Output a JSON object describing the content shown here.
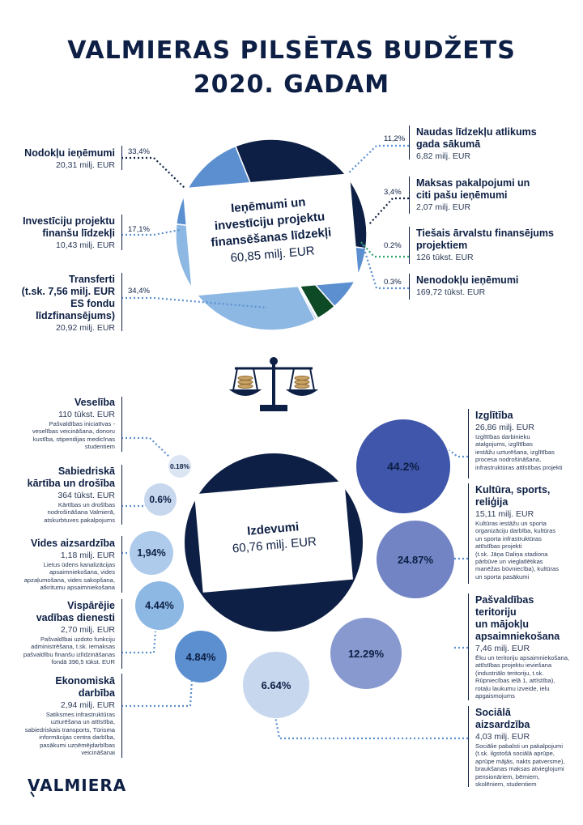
{
  "title_line1": "VALMIERAS PILSĒTAS BUDŽETS",
  "title_line2": "2020. GADAM",
  "income": {
    "center_title_line1": "Ieņēmumi un",
    "center_title_line2": "investīciju projektu",
    "center_title_line3": "finansēšanas līdzekļi",
    "center_value": "60,85 milj. EUR",
    "items": [
      {
        "name": "Nodokļu ieņēmumi",
        "pct": "33,4%",
        "value": "20,31 milj. EUR"
      },
      {
        "name_line1": "Investīciju projektu",
        "name_line2": "finanšu līdzekļi",
        "pct": "17,1%",
        "value": "10,43 milj. EUR"
      },
      {
        "name_line1": "Transferti",
        "name_line2": "(t.sk. 7,56 milj. EUR",
        "name_line3": "ES fondu",
        "name_line4": "līdzfinansējums)",
        "pct": "34,4%",
        "value": "20,92 milj. EUR"
      },
      {
        "name_line1": "Naudas līdzekļu atlikums",
        "name_line2": "gada sākumā",
        "pct": "11,2%",
        "value": "6,82 milj. EUR"
      },
      {
        "name_line1": "Maksas pakalpojumi un",
        "name_line2": "citi pašu ieņēmumi",
        "pct": "3,4%",
        "value": "2,07 milj. EUR"
      },
      {
        "name_line1": "Tiešais ārvalstu finansējums",
        "name_line2": "projektiem",
        "pct": "0.2%",
        "value": "126 tūkst. EUR"
      },
      {
        "name": "Nenodokļu ieņēmumi",
        "pct": "0.3%",
        "value": "169,72 tūkst. EUR"
      }
    ]
  },
  "expense": {
    "center_title": "Izdevumi",
    "center_value": "60,76 milj. EUR",
    "items": [
      {
        "name": "Veselība",
        "value": "110 tūkst. EUR",
        "desc": [
          "Pašvaldības iniciatīvas -",
          "veselības veicināšana, donoru",
          "kustība, stipendijas medicīnas",
          "studentiem"
        ],
        "pct": "0.18%"
      },
      {
        "name_line1": "Sabiedriskā",
        "name_line2": "kārtība un drošība",
        "value": "364 tūkst. EUR",
        "desc": [
          "Kārtības un drošības",
          "nodrošināšana Valmierā,",
          "atskurbtuves pakalpojums"
        ],
        "pct": "0.6%"
      },
      {
        "name": "Vides aizsardzība",
        "value": "1,18 milj. EUR",
        "desc": [
          "Lietus ūdens kanalizācijas",
          "apsaimniekošana, vides",
          "apzaļumošana, vides sakopšana,",
          "atkritumu apsaimniekošana"
        ],
        "pct": "1,94%"
      },
      {
        "name_line1": "Vispārējie",
        "name_line2": "vadības dienesti",
        "value": "2,70 milj. EUR",
        "desc": [
          "Pašvaldībai uzdoto funkciju",
          "administrēšana, t.sk. iemaksas",
          "pašvaldību finanšu izlīdzināšanas",
          "fondā 396,5 tūkst. EUR"
        ],
        "pct": "4.44%"
      },
      {
        "name_line1": "Ekonomiskā",
        "name_line2": "darbība",
        "value": "2,94 milj. EUR",
        "desc": [
          "Satiksmes infrastruktūras",
          "uzturēšana un attīstība,",
          "sabiedriskais transports, Tūrisma",
          "informācijas centra darbība,",
          "pasākumi uzņēmējdarbības",
          "veicināšanai"
        ],
        "pct": "4.84%"
      },
      {
        "name": "Izglītība",
        "value": "26,86 milj. EUR",
        "desc": [
          "Izglītības darbinieku",
          "atalgojums, izglītības",
          "iestāžu uzturēšana, izglītības",
          "procesa nodrošināšana,",
          "infrastruktūras attīstības projekti"
        ],
        "pct": "44.2%"
      },
      {
        "name_line1": "Kultūra, sports,",
        "name_line2": "reliģija",
        "value": "15,11 milj. EUR",
        "desc": [
          "Kultūras iestāžu un sporta",
          "organizāciju darbība, kultūras",
          "un sporta infrastruktūras",
          "attīstības projekti",
          "(t.sk. Jāņa Daliņa stadiona",
          "pārbūve un vieglatlētikas",
          "manēžas būvniecība), kultūras",
          "un sporta pasākumi"
        ],
        "pct": "24.87%"
      },
      {
        "name_line1": "Pašvaldības",
        "name_line2": "teritoriju",
        "name_line3": "un mājokļu",
        "name_line4": "apsaimniekošana",
        "value": "7,46 milj. EUR",
        "desc": [
          "Ēku un teritoriju apsaimniekošana,",
          "attīstības projektu ieviešana",
          "(industriālo teritoriju, t.sk.",
          "Rūpniecības ielā 1, attīstība),",
          "rotaļu laukumu izveide, ielu",
          "apgaismojums"
        ],
        "pct": "12.29%"
      },
      {
        "name_line1": "Sociālā",
        "name_line2": "aizsardzība",
        "value": "4,03 milj. EUR",
        "desc": [
          "Sociālie pabalsti un pakalpojumi",
          "(t.sk. ilgstošā sociālā aprūpe,",
          "aprūpe mājās, nakts patversme),",
          "braukšanas maksas atvieglojumi",
          "pensionāriem, bērniem,",
          "skolēniem, studentiem"
        ],
        "pct": "6.64%"
      }
    ]
  },
  "logo_text": "VALMIERA",
  "icon": "scales-icon",
  "colors": {
    "navy": "#0d1f44",
    "mid": "#5b8fd0",
    "light": "#8db8e4",
    "pale": "#c6d7ee",
    "green": "#0e4a26",
    "teal": "#2fa36b"
  },
  "chart_data": [
    {
      "type": "pie",
      "title": "Ieņēmumi un investīciju projektu finansēšanas līdzekļi",
      "total": "60,85 milj. EUR",
      "categories": [
        "Nodokļu ieņēmumi",
        "Naudas līdzekļu atlikums gada sākumā",
        "Maksas pakalpojumi un citi pašu ieņēmumi",
        "Tiešais ārvalstu finansējums projektiem",
        "Nenodokļu ieņēmumi",
        "Transferti",
        "Investīciju projektu finanšu līdzekļi"
      ],
      "values": [
        33.4,
        11.2,
        3.4,
        0.2,
        0.3,
        34.4,
        17.1
      ],
      "amounts_eur_mln": [
        20.31,
        6.82,
        2.07,
        0.126,
        0.16972,
        20.92,
        10.43
      ]
    },
    {
      "type": "bubble",
      "title": "Izdevumi",
      "total": "60,76 milj. EUR",
      "categories": [
        "Veselība",
        "Sabiedriskā kārtība un drošība",
        "Vides aizsardzība",
        "Vispārējie vadības dienesti",
        "Ekonomiskā darbība",
        "Izglītība",
        "Kultūra, sports, reliģija",
        "Pašvaldības teritoriju un mājokļu apsaimniekošana",
        "Sociālā aizsardzība"
      ],
      "values": [
        0.18,
        0.6,
        1.94,
        4.44,
        4.84,
        44.2,
        24.87,
        12.29,
        6.64
      ],
      "amounts_eur_mln": [
        0.11,
        0.364,
        1.18,
        2.7,
        2.94,
        26.86,
        15.11,
        7.46,
        4.03
      ]
    }
  ]
}
